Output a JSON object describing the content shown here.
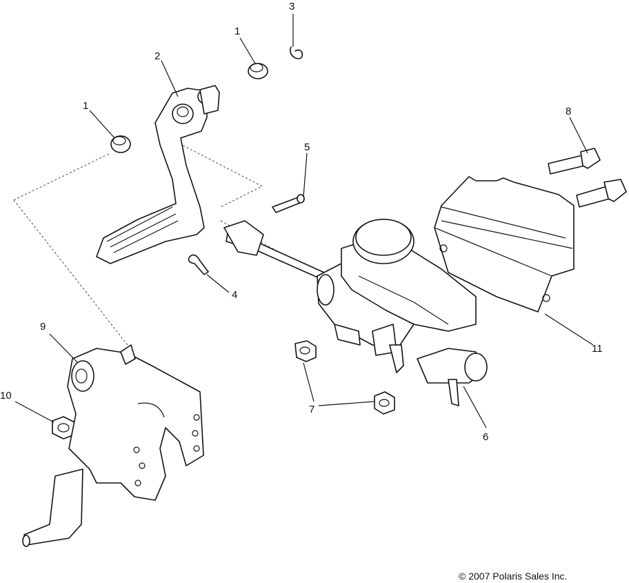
{
  "diagram": {
    "callouts": [
      {
        "id": "c1a",
        "label": "1"
      },
      {
        "id": "c1b",
        "label": "1"
      },
      {
        "id": "c2",
        "label": "2"
      },
      {
        "id": "c3",
        "label": "3"
      },
      {
        "id": "c4",
        "label": "4"
      },
      {
        "id": "c5",
        "label": "5"
      },
      {
        "id": "c6",
        "label": "6"
      },
      {
        "id": "c7",
        "label": "7"
      },
      {
        "id": "c8",
        "label": "8"
      },
      {
        "id": "c9",
        "label": "9"
      },
      {
        "id": "c10",
        "label": "10"
      },
      {
        "id": "c11",
        "label": "11"
      }
    ],
    "copyright": "© 2007 Polaris Sales Inc."
  }
}
